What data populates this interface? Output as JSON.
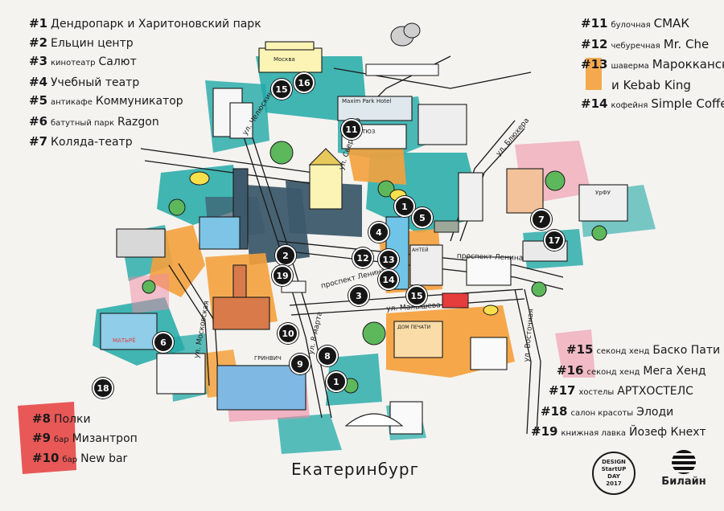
{
  "legend_top_left": [
    {
      "num": "#1",
      "small": "",
      "name": "Дендропарк и Харитоновский парк"
    },
    {
      "num": "#2",
      "small": "",
      "name": "Ельцин центр"
    },
    {
      "num": "#3",
      "small": "кинотеатр",
      "name": "Салют"
    },
    {
      "num": "#4",
      "small": "",
      "name": "Учебный театр"
    },
    {
      "num": "#5",
      "small": "антикафе",
      "name": "Коммуникатор"
    },
    {
      "num": "#6",
      "small": "батутный парк",
      "name": "Razgon"
    },
    {
      "num": "#7",
      "small": "",
      "name": "Коляда-театр"
    }
  ],
  "legend_top_right": [
    {
      "num": "#11",
      "small": "булочная",
      "name": "СМАК"
    },
    {
      "num": "#12",
      "small": "чебуречная",
      "name": "Mr. Che"
    },
    {
      "num": "#13",
      "small": "шаверма",
      "name": "Марокканская"
    },
    {
      "num": "",
      "small": "",
      "name": "и Kebab King"
    },
    {
      "num": "#14",
      "small": "кофейня",
      "name": "Simple Coffee"
    }
  ],
  "legend_bottom_right": [
    {
      "num": "#15",
      "small": "секонд хенд",
      "name": "Баско Пати"
    },
    {
      "num": "#16",
      "small": "секонд хенд",
      "name": "Мега Хенд"
    },
    {
      "num": "#17",
      "small": "хостелы",
      "name": "АРТХОСТЕЛС"
    },
    {
      "num": "#18",
      "small": "салон красоты",
      "name": "Элоди"
    },
    {
      "num": "#19",
      "small": "книжная лавка",
      "name": "Йозеф Кнехт"
    }
  ],
  "legend_bottom_left": [
    {
      "num": "#8",
      "small": "",
      "name": "Полки"
    },
    {
      "num": "#9",
      "small": "бар",
      "name": "Мизантроп"
    },
    {
      "num": "#10",
      "small": "бар",
      "name": "New bar"
    }
  ],
  "streets": {
    "chelyuskintsev": "ул. Челюскинцев",
    "sverdlova": "ул. Свердлова",
    "bluhera": "ул. Блюхера",
    "lenina_top": "проспект Ленина",
    "lenina_mid": "проспект Ленина",
    "malysheva": "ул. Малышева",
    "moskovskaya": "ул. Московская",
    "marta": "ул. 8 марта",
    "vostochnaya": "ул. Восточная"
  },
  "building_signs": {
    "cinema": "Москва",
    "hotel": "Maxim Park Hotel",
    "tuz": "ТЮЗ",
    "urfu": "УрФУ",
    "antey": "АНТЕЙ",
    "greenwich": "ГРИНВИЧ",
    "metro": "МАТЬРЁ",
    "dom": "ДОМ ПЕЧАТИ"
  },
  "pins": [
    "1",
    "1",
    "2",
    "3",
    "4",
    "5",
    "6",
    "7",
    "8",
    "9",
    "10",
    "11",
    "12",
    "13",
    "14",
    "15",
    "15",
    "16",
    "17",
    "18",
    "19"
  ],
  "city": "Екатеринбург",
  "logos": {
    "dsd_line1": "DESIGN",
    "dsd_line2": "StartUP",
    "dsd_line3": "DAY",
    "dsd_line4": "2017",
    "beeline": "Билайн"
  },
  "colors": {
    "teal": "#21a9a7",
    "orange": "#f5a13c",
    "pink": "#ef8aa3",
    "slate": "#3d5a6c",
    "red": "#e53c3c",
    "paper": "#f4f3f0"
  }
}
